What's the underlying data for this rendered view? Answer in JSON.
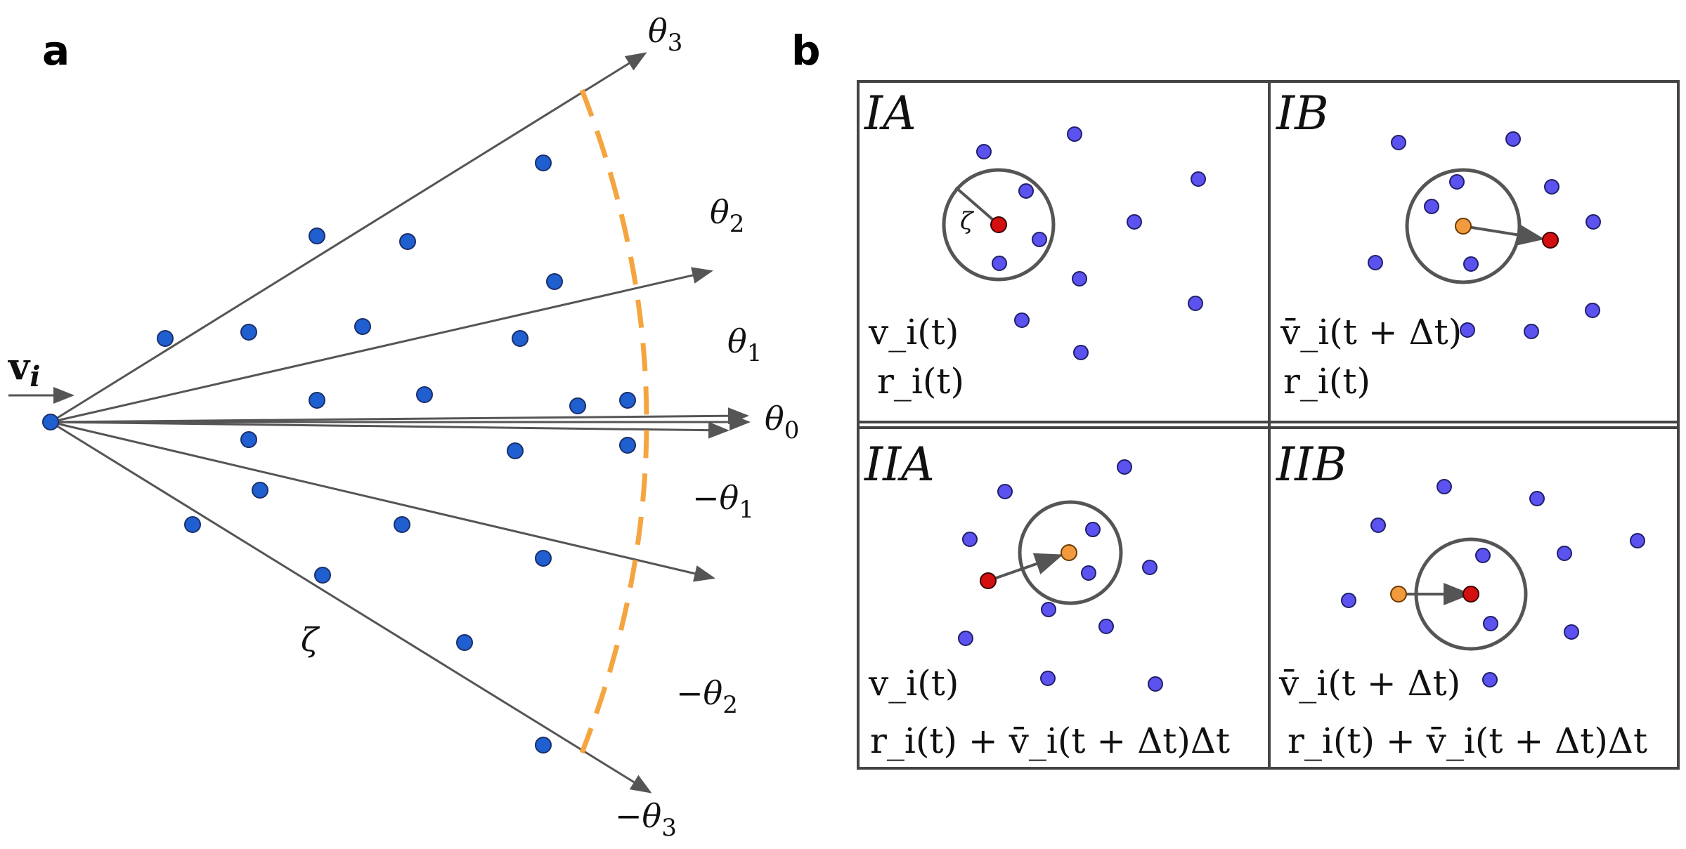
{
  "panel_a": {
    "letter": "a",
    "velocity_label": "v",
    "velocity_subscript": "i",
    "radius_label": "ζ",
    "angle_labels": [
      {
        "id": "theta3",
        "text": "θ",
        "sub": "3"
      },
      {
        "id": "theta2",
        "text": "θ",
        "sub": "2"
      },
      {
        "id": "theta1",
        "text": "θ",
        "sub": "1"
      },
      {
        "id": "theta0",
        "text": "θ",
        "sub": "0"
      },
      {
        "id": "neg-theta1",
        "text": "−θ",
        "sub": "1"
      },
      {
        "id": "neg-theta2",
        "text": "−θ",
        "sub": "2"
      },
      {
        "id": "neg-theta3",
        "text": "−θ",
        "sub": "3"
      }
    ],
    "colors": {
      "dot": "#1f5fcf",
      "arc": "#f5a540",
      "ray": "#555555"
    }
  },
  "panel_b": {
    "letter": "b",
    "radius_label": "ζ",
    "colors": {
      "neighbor": "#5b52f0",
      "focal": "#d40f0f",
      "previous": "#f29a3e",
      "border": "#444444"
    },
    "cells": [
      {
        "id": "IA",
        "title": "IA",
        "line1": "v_i(t)",
        "line2": "r_i(t)"
      },
      {
        "id": "IB",
        "title": "IB",
        "line1": "v̄_i(t + Δt)",
        "line2": "r_i(t)"
      },
      {
        "id": "IIA",
        "title": "IIA",
        "line1": "v_i(t)",
        "line2": "r_i(t) + v̄_i(t + Δt)Δt"
      },
      {
        "id": "IIB",
        "title": "IIB",
        "line1": "v̄_i(t + Δt)",
        "line2": "r_i(t) + v̄_i(t + Δt)Δt"
      }
    ]
  }
}
